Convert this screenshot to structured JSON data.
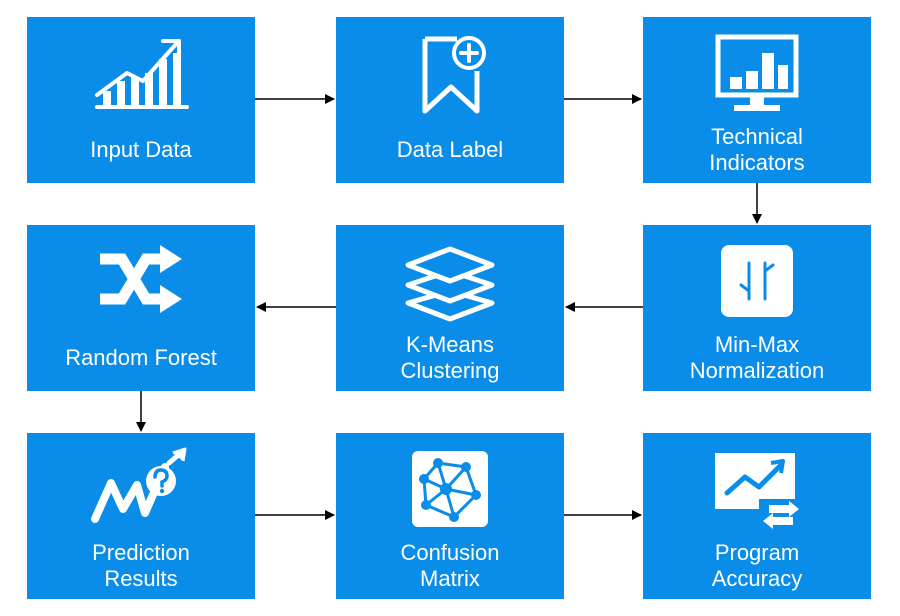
{
  "nodes": {
    "input_data": {
      "lines": [
        "Input Data"
      ],
      "icon": "growth-bar-chart-icon"
    },
    "data_label": {
      "lines": [
        "Data Label"
      ],
      "icon": "bookmark-add-icon"
    },
    "technical_indicators": {
      "lines": [
        "Technical",
        "Indicators"
      ],
      "icon": "monitor-bar-chart-icon"
    },
    "random_forest": {
      "lines": [
        "Random Forest"
      ],
      "icon": "shuffle-icon"
    },
    "kmeans_clustering": {
      "lines": [
        "K-Means",
        "Clustering"
      ],
      "icon": "layers-icon"
    },
    "minmax_normalization": {
      "lines": [
        "Min-Max",
        "Normalization"
      ],
      "icon": "normalize-arrows-icon"
    },
    "prediction_results": {
      "lines": [
        "Prediction",
        "Results"
      ],
      "icon": "trend-question-icon"
    },
    "confusion_matrix": {
      "lines": [
        "Confusion",
        "Matrix"
      ],
      "icon": "network-graph-icon"
    },
    "program_accuracy": {
      "lines": [
        "Program",
        "Accuracy"
      ],
      "icon": "trend-exchange-icon"
    }
  },
  "colors": {
    "box": "#0a8ce9",
    "text": "#ffffff",
    "arrow": "#000000"
  }
}
